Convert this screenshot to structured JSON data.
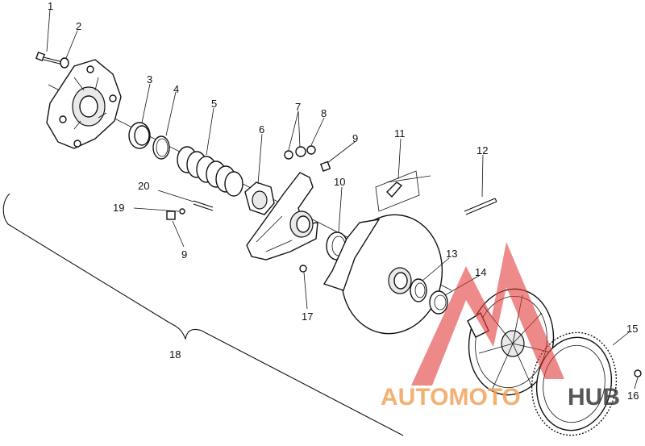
{
  "callouts": [
    {
      "id": "c1",
      "label": "1"
    },
    {
      "id": "c2",
      "label": "2"
    },
    {
      "id": "c3",
      "label": "3"
    },
    {
      "id": "c4",
      "label": "4"
    },
    {
      "id": "c5",
      "label": "5"
    },
    {
      "id": "c6",
      "label": "6"
    },
    {
      "id": "c7",
      "label": "7"
    },
    {
      "id": "c8",
      "label": "8"
    },
    {
      "id": "c9a",
      "label": "9"
    },
    {
      "id": "c9b",
      "label": "9"
    },
    {
      "id": "c10",
      "label": "10"
    },
    {
      "id": "c11",
      "label": "11"
    },
    {
      "id": "c12",
      "label": "12"
    },
    {
      "id": "c13",
      "label": "13"
    },
    {
      "id": "c14",
      "label": "14"
    },
    {
      "id": "c15",
      "label": "15"
    },
    {
      "id": "c16",
      "label": "16"
    },
    {
      "id": "c17",
      "label": "17"
    },
    {
      "id": "c18",
      "label": "18"
    },
    {
      "id": "c19",
      "label": "19"
    },
    {
      "id": "c20",
      "label": "20"
    }
  ],
  "watermark": {
    "text_auto": "AUTOMOTO",
    "text_hub": "HUB",
    "color_red": "#e23a3a",
    "color_orange": "#f2a35a",
    "color_dark": "#3a3a3a"
  }
}
